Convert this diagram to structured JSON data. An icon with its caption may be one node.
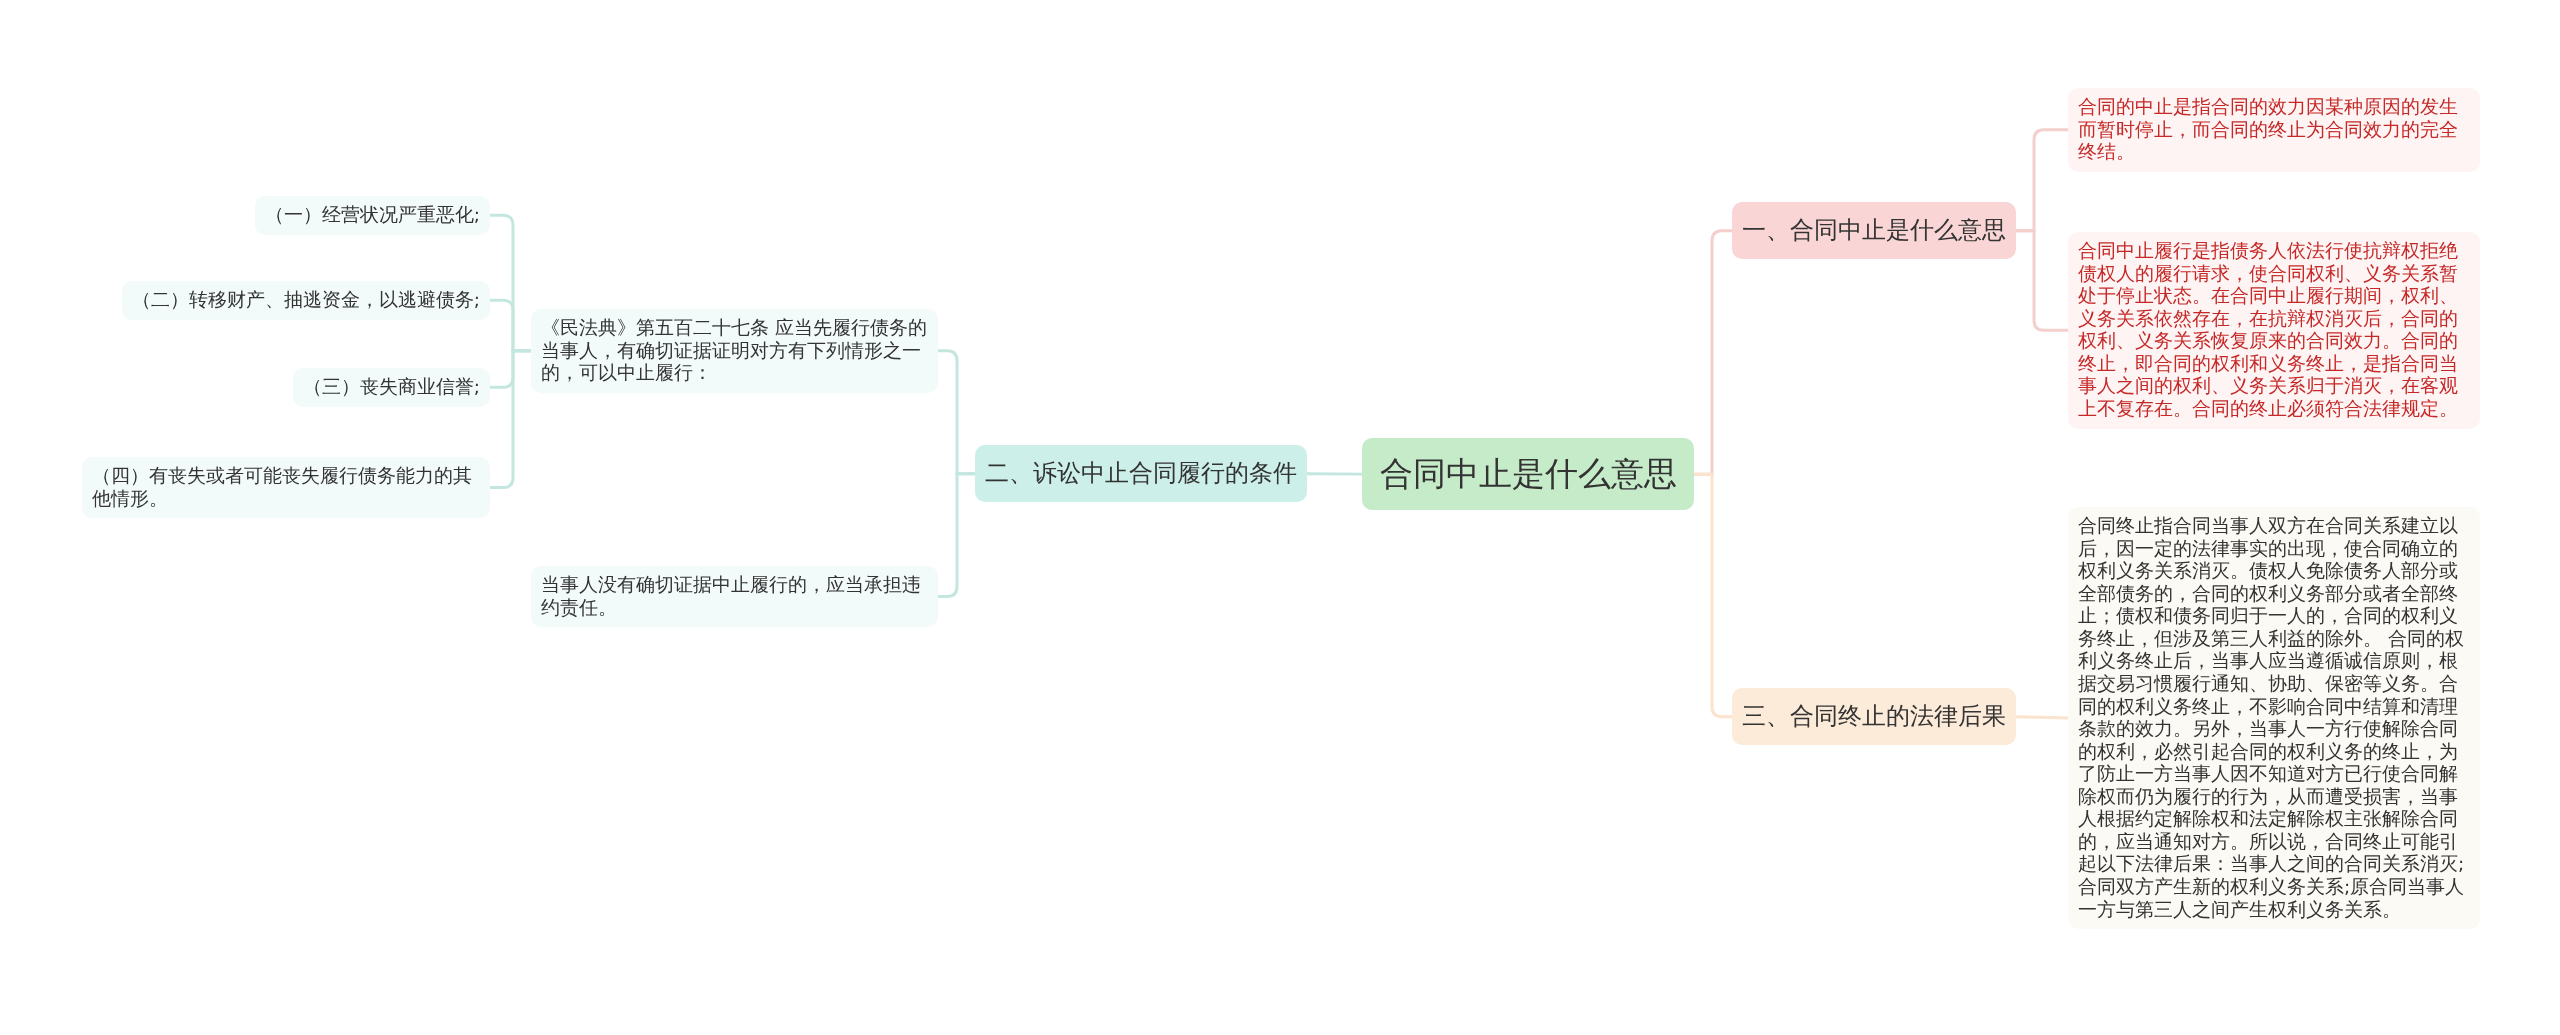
{
  "diagram": {
    "nodes": [
      {
        "text": [
          "合同中止是什么意思"
        ]
      },
      {
        "text": [
          "一、合同中止是什么意思"
        ]
      },
      {
        "text": [
          "合同的中止是指合同的效力因某种原因的发生而暂时停止，而合同的终止为合同效力的完全终结。"
        ]
      },
      {
        "text": [
          "合同中止履行是指债务人依法行使抗辩权拒绝债权人的履行请求，使合同权利、义务关系暂处于停止状态。在合同中止履行期间，权利、义务关系依然存在，在抗辩权消灭后，合同的权利、义务关系恢复原来的合同效力。合同的终止，即合同的权利和义务终止，是指合同当事人之间的权利、义务关系归于消灭，在客观上不复存在。合同的终止必须符合法律规定。"
        ]
      },
      {
        "text": [
          "三、合同终止的法律后果"
        ]
      },
      {
        "text": [
          "合同终止指合同当事人双方在合同关系建立以后，因一定的法律事实的出现，使合同确立的权利义务关系消灭。债权人免除债务人部分或全部债务的，合同的权利义务部分或者全部终止；债权和债务同归于一人的，合同的权利义务终止，但涉及第三人利益的除外。 合同的权利义务终止后，当事人应当遵循诚信原则，根据交易习惯履行通知、协助、保密等义务。合同的权利义务终止，不影响合同中结算和清理条款的效力。另外，当事人一方行使解除合同的权利，必然引起合同的权利义务的终止，为了防止一方当事人因不知道对方已行使合同解除权而仍为履行的行为，从而遭受损害，当事人根据约定解除权和法定解除权主张解除合同的，应当通知对方。所以说，合同终止可能引起以下法律后果：当事人之间的合同关系消灭;合同双方产生新的权利义务关系;原合同当事人一方与第三人之间产生权利义务关系。"
        ]
      },
      {
        "text": [
          "二、诉讼中止合同履行的条件"
        ]
      },
      {
        "text": [
          "《民法典》第五百二十七条 应当先履行债务的当事人，有确切证据证明对方有下列情形之一的，可以中止履行："
        ]
      },
      {
        "text": [
          "（一）经营状况严重恶化;"
        ]
      },
      {
        "text": [
          "（二）转移财产、抽逃资金，以逃避债务;"
        ]
      },
      {
        "text": [
          "（三）丧失商业信誉;"
        ]
      },
      {
        "text": [
          "（四）有丧失或者可能丧失履行债务能力的其他情形。"
        ]
      },
      {
        "text": [
          "当事人没有确切证据中止履行的，应当承担违约责任。"
        ]
      }
    ],
    "edges": [
      {
        "from": 0,
        "to": 1,
        "arrow": "none",
        "color": "#f3cfcd"
      },
      {
        "from": 1,
        "to": 2,
        "arrow": "none",
        "color": "#f3cfcd"
      },
      {
        "from": 1,
        "to": 3,
        "arrow": "none",
        "color": "#f3cfcd"
      },
      {
        "from": 0,
        "to": 4,
        "arrow": "none",
        "color": "#fbe3cc"
      },
      {
        "from": 4,
        "to": 5,
        "arrow": "none",
        "color": "#fbe3cc"
      },
      {
        "from": 0,
        "to": 6,
        "arrow": "none"
      },
      {
        "from": 6,
        "to": 7,
        "arrow": "none"
      },
      {
        "from": 6,
        "to": 12,
        "arrow": "none"
      },
      {
        "from": 7,
        "to": 8,
        "arrow": "none"
      },
      {
        "from": 7,
        "to": 9,
        "arrow": "none"
      },
      {
        "from": 7,
        "to": 10,
        "arrow": "none"
      },
      {
        "from": 7,
        "to": 11,
        "arrow": "none"
      }
    ]
  }
}
